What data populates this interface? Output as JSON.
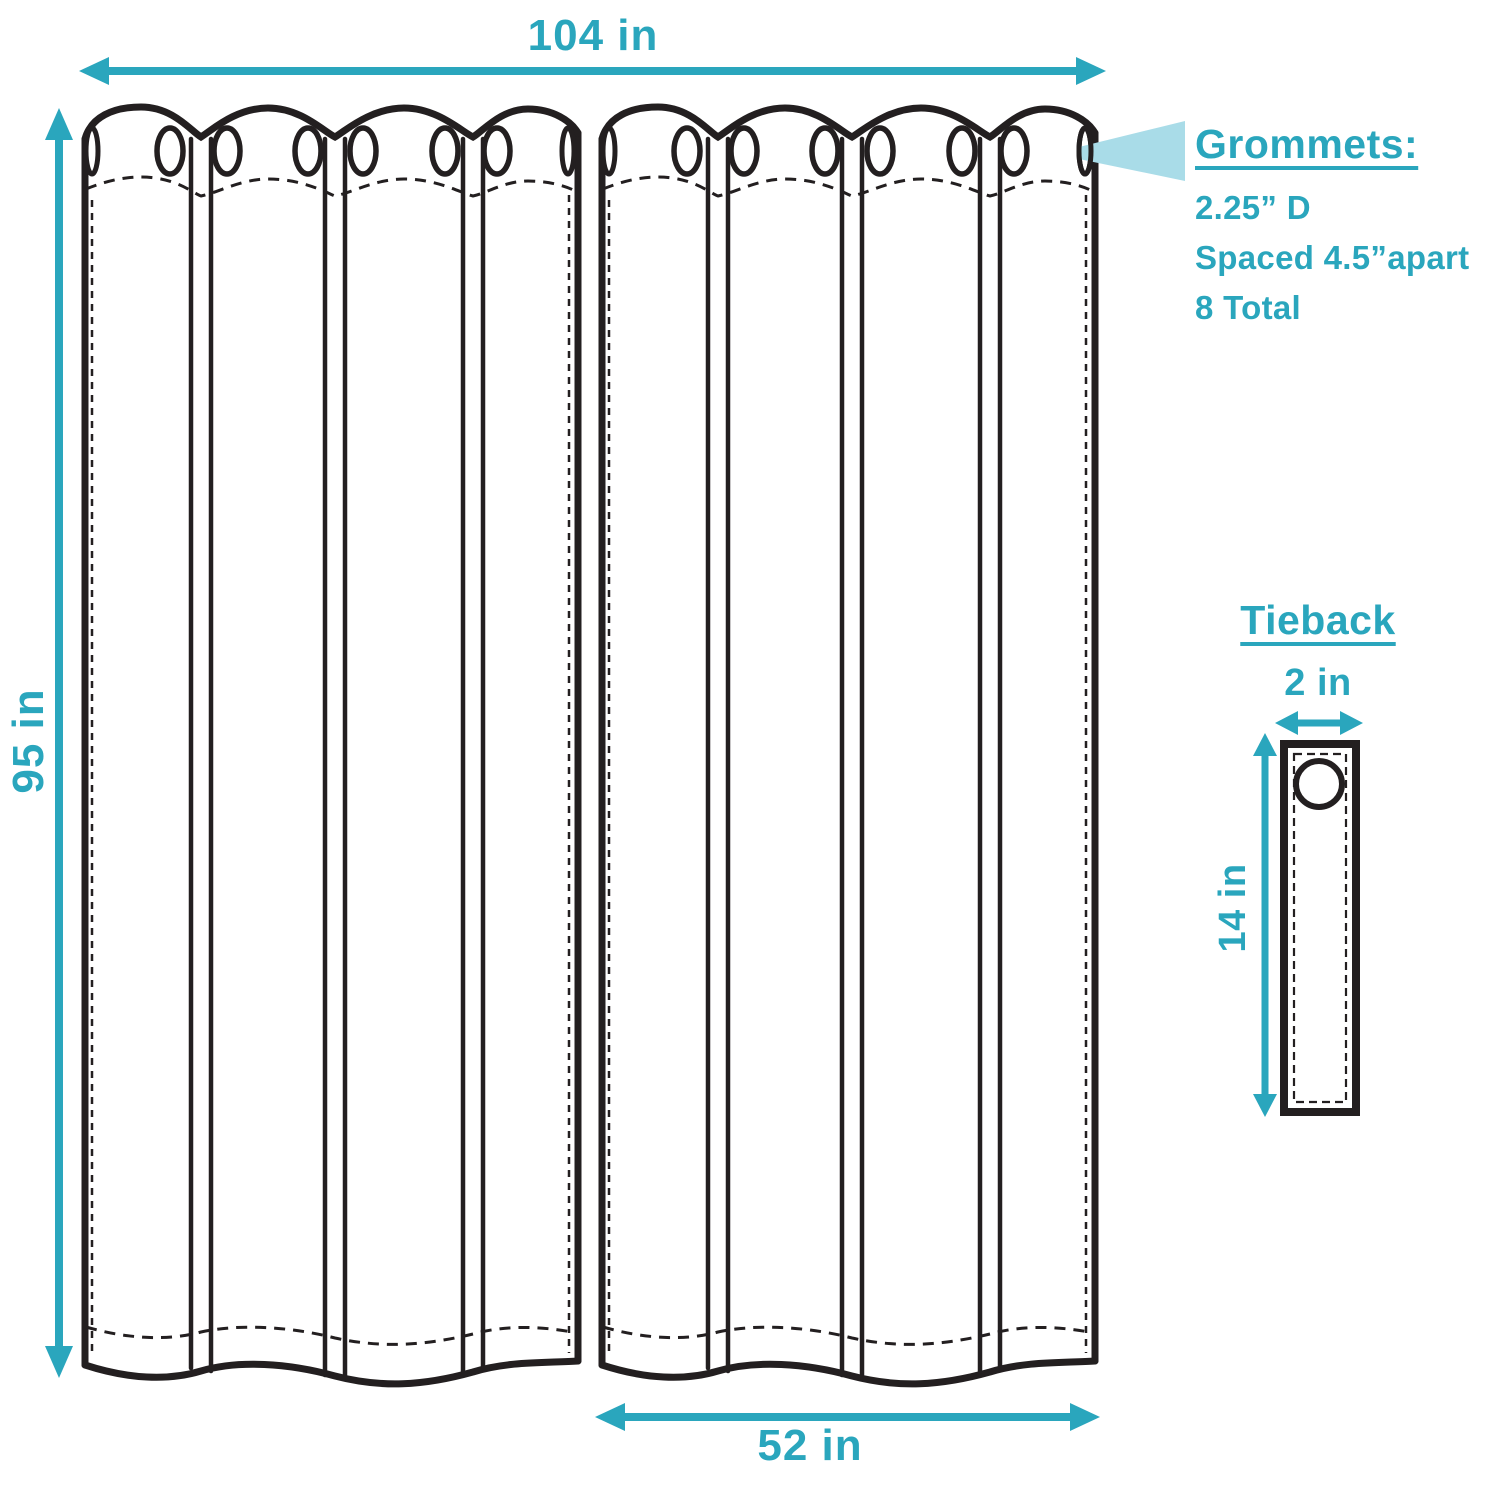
{
  "colors": {
    "accent": "#2AA6BD",
    "accentLight": "#A9DCE8",
    "ink": "#231F20",
    "bg": "#FFFFFF"
  },
  "dimensions": {
    "total_width": "104 in",
    "panel_height": "95 in",
    "panel_width": "52 in"
  },
  "grommets_callout": {
    "title": "Grommets:",
    "diameter": "2.25” D",
    "spacing": "Spaced 4.5”apart",
    "count": "8 Total"
  },
  "tieback": {
    "title": "Tieback",
    "width": "2 in",
    "height": "14 in"
  }
}
